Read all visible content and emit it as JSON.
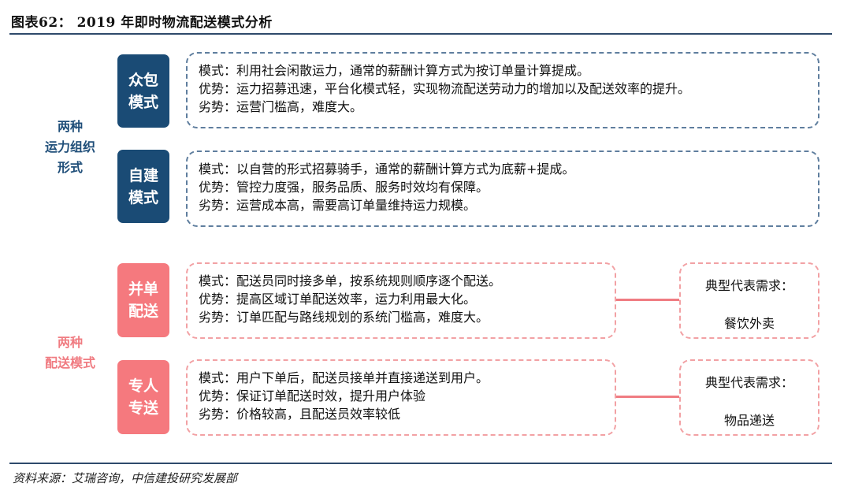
{
  "figure_title": "图表62： 2019 年即时物流配送模式分析",
  "source": "资料来源：艾瑞咨询，中信建投研究发展部",
  "groups": {
    "capacity": {
      "label_lines": [
        "两种",
        "运力组织",
        "形式"
      ]
    },
    "delivery": {
      "label_lines": [
        "两种",
        "配送模式"
      ]
    }
  },
  "rows": [
    {
      "tag_lines": [
        "众包",
        "模式"
      ],
      "lines": [
        "模式：利用社会闲散运力，通常的薪酬计算方式为按订单量计算提成。",
        "优势：运力招募迅速，平台化模式轻，实现物流配送劳动力的增加以及配送效率的提升。",
        "劣势：运营门槛高，难度大。"
      ]
    },
    {
      "tag_lines": [
        "自建",
        "模式"
      ],
      "lines": [
        "模式：以自营的形式招募骑手，通常的薪酬计算方式为底薪+提成。",
        "优势：管控力度强，服务品质、服务时效均有保障。",
        "劣势：运营成本高，需要高订单量维持运力规模。"
      ]
    },
    {
      "tag_lines": [
        "并单",
        "配送"
      ],
      "lines": [
        "模式：配送员同时接多单，按系统规则顺序逐个配送。",
        "优势：提高区域订单配送效率，运力利用最大化。",
        "劣势：订单匹配与路线规划的系统门槛高，难度大。"
      ],
      "demand_header": "典型代表需求：",
      "demand_value": "餐饮外卖"
    },
    {
      "tag_lines": [
        "专人",
        "专送"
      ],
      "lines": [
        "模式：用户下单后，配送员接单并直接递送到用户。",
        "优势：保证订单配送时效，提升用户体验",
        "劣势：价格较高，且配送员效率较低"
      ],
      "demand_header": "典型代表需求：",
      "demand_value": "物品递送"
    }
  ]
}
